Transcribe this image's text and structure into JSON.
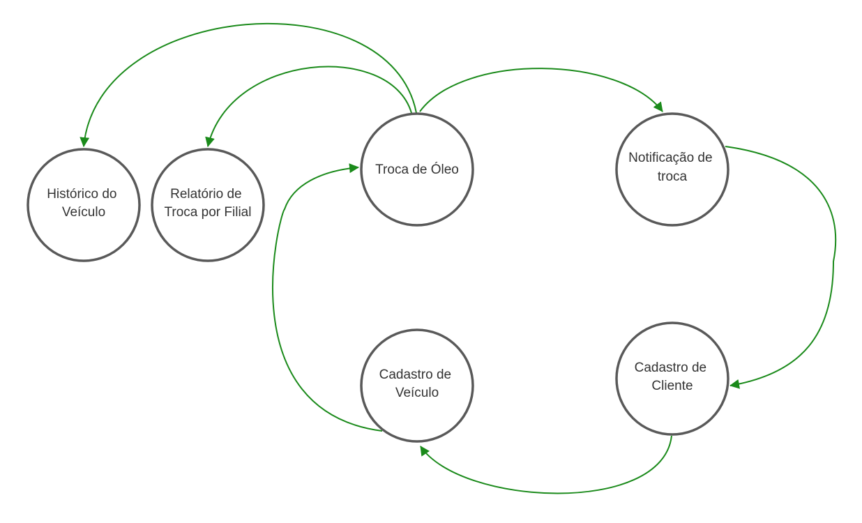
{
  "diagram": {
    "edge_color": "#1a8a1a",
    "node_stroke_color": "#595959",
    "text_color": "#333333",
    "nodes": [
      {
        "id": "historico",
        "label_lines": [
          "Histórico do",
          "Veículo"
        ]
      },
      {
        "id": "relatorio",
        "label_lines": [
          "Relatório de",
          "Troca por Filial"
        ]
      },
      {
        "id": "troca",
        "label_lines": [
          "Troca de Óleo"
        ]
      },
      {
        "id": "notificacao",
        "label_lines": [
          "Notificação de",
          "troca"
        ]
      },
      {
        "id": "cad_veiculo",
        "label_lines": [
          "Cadastro de",
          "Veículo"
        ]
      },
      {
        "id": "cad_cliente",
        "label_lines": [
          "Cadastro de",
          "Cliente"
        ]
      }
    ],
    "edges": [
      {
        "from": "troca",
        "to": "historico"
      },
      {
        "from": "troca",
        "to": "relatorio"
      },
      {
        "from": "troca",
        "to": "notificacao"
      },
      {
        "from": "notificacao",
        "to": "cad_cliente"
      },
      {
        "from": "cad_cliente",
        "to": "cad_veiculo"
      },
      {
        "from": "cad_veiculo",
        "to": "troca"
      }
    ]
  }
}
